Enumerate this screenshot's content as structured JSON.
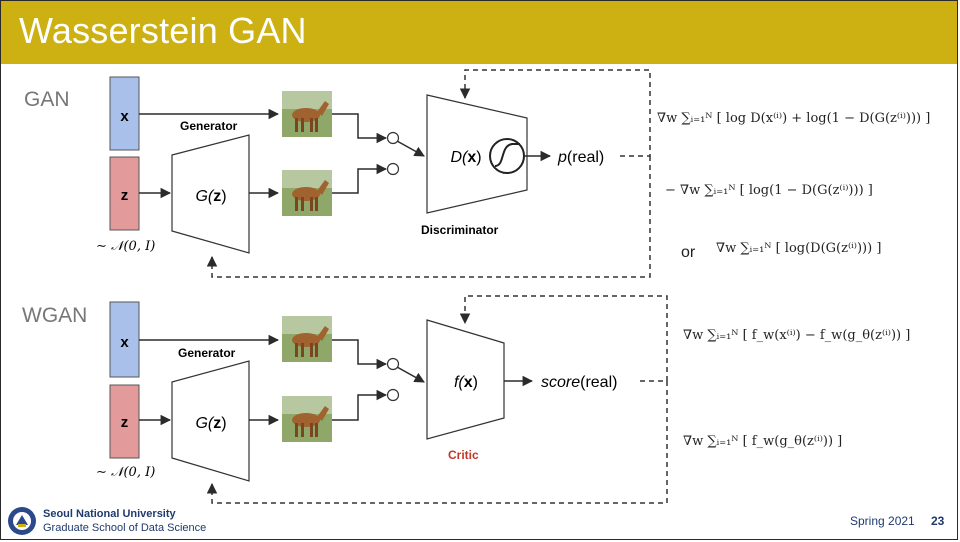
{
  "slide": {
    "title": "Wasserstein GAN",
    "footer": {
      "university": "Seoul National University",
      "school": "Graduate School of Data Science",
      "term": "Spring 2021",
      "page": "23"
    }
  },
  "gan": {
    "section_label": "GAN",
    "x_label": "x",
    "z_label": "z",
    "noise_dist": "∼ 𝒩(0, I)",
    "generator_label": "Generator",
    "generator_fn": {
      "pre": "G(",
      "bold": "z",
      "post": ")"
    },
    "discriminator_fn": {
      "pre": "D(",
      "bold": "x",
      "post": ")"
    },
    "discriminator_label": "Discriminator",
    "output": {
      "pre": "p",
      "post": "(real)"
    },
    "formulas": {
      "d_grad": "∇w ∑ᵢ₌₁ᴺ [ log D(x⁽ⁱ⁾) + log(1 − D(G(z⁽ⁱ⁾))) ]",
      "g_grad_1": "− ∇w ∑ᵢ₌₁ᴺ [ log(1 − D(G(z⁽ⁱ⁾))) ]",
      "or_label": "or",
      "g_grad_2": "∇w ∑ᵢ₌₁ᴺ [ log(D(G(z⁽ⁱ⁾))) ]"
    }
  },
  "wgan": {
    "section_label": "WGAN",
    "x_label": "x",
    "z_label": "z",
    "noise_dist": "∼ 𝒩(0, I)",
    "generator_label": "Generator",
    "generator_fn": {
      "pre": "G(",
      "bold": "z",
      "post": ")"
    },
    "critic_fn": {
      "pre": "f(",
      "bold": "x",
      "post": ")"
    },
    "critic_label": "Critic",
    "output": {
      "pre": "score",
      "post": "(real)"
    },
    "formulas": {
      "f_grad": "∇w ∑ᵢ₌₁ᴺ [ f_w(x⁽ⁱ⁾) − f_w(g_θ(z⁽ⁱ⁾)) ]",
      "g_grad": "∇w ∑ᵢ₌₁ᴺ [ f_w(g_θ(z⁽ⁱ⁾)) ]"
    }
  },
  "colors": {
    "title_bar": "#cdb012",
    "x_box": "#a9c1ea",
    "z_box": "#e39a9a",
    "critic_label": "#c0392b",
    "footer_text": "#1f3a6e"
  }
}
